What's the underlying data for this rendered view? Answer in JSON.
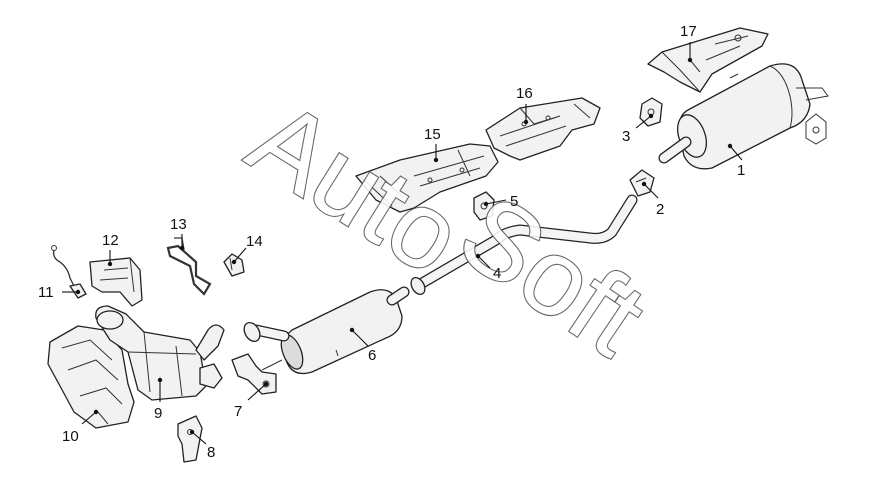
{
  "watermark": {
    "text_1": "Auto",
    "text_2": "Soft"
  },
  "callouts": [
    "1",
    "2",
    "3",
    "4",
    "5",
    "6",
    "7",
    "8",
    "9",
    "10",
    "11",
    "12",
    "13",
    "14",
    "15",
    "16",
    "17"
  ],
  "parts": [
    {
      "number": "1",
      "icon": "rear-muffler-icon"
    },
    {
      "number": "2",
      "icon": "rubber-mount-icon"
    },
    {
      "number": "3",
      "icon": "rubber-mount-icon"
    },
    {
      "number": "4",
      "icon": "intermediate-pipe-icon"
    },
    {
      "number": "5",
      "icon": "rubber-mount-icon"
    },
    {
      "number": "6",
      "icon": "center-muffler-icon"
    },
    {
      "number": "7",
      "icon": "bracket-icon"
    },
    {
      "number": "8",
      "icon": "bracket-icon"
    },
    {
      "number": "9",
      "icon": "catalytic-converter-icon"
    },
    {
      "number": "10",
      "icon": "heat-shield-icon"
    },
    {
      "number": "11",
      "icon": "oxygen-sensor-icon"
    },
    {
      "number": "12",
      "icon": "heat-shield-icon"
    },
    {
      "number": "13",
      "icon": "hanger-rod-icon"
    },
    {
      "number": "14",
      "icon": "clip-icon"
    },
    {
      "number": "15",
      "icon": "heat-shield-icon"
    },
    {
      "number": "16",
      "icon": "heat-shield-icon"
    },
    {
      "number": "17",
      "icon": "heat-shield-icon"
    }
  ]
}
